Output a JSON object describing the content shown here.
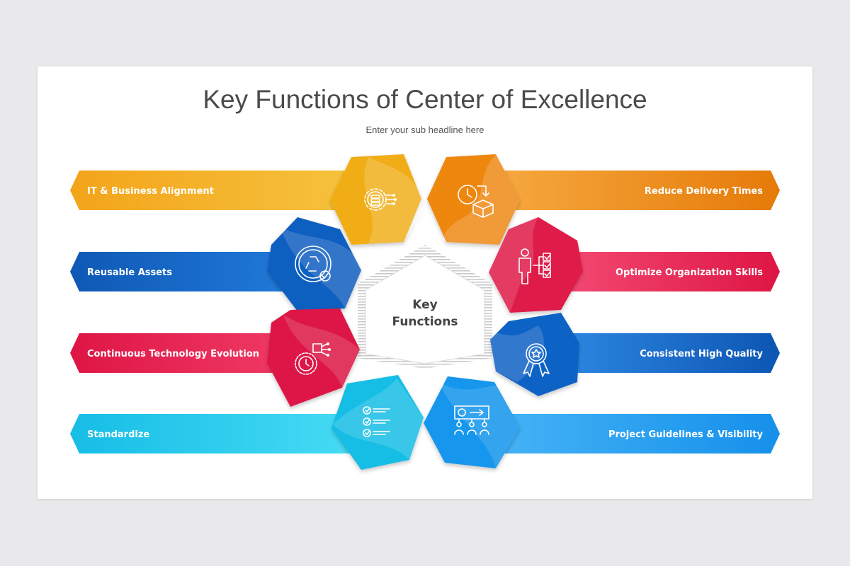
{
  "header": {
    "title": "Key Functions of Center of Excellence",
    "subtitle": "Enter your sub headline here"
  },
  "center": {
    "line1": "Key",
    "line2": "Functions"
  },
  "functions_left": [
    {
      "label": "IT & Business Alignment",
      "color": "#f3a81a",
      "icon": "settings-database-icon"
    },
    {
      "label": "Reusable Assets",
      "color": "#1464c0",
      "icon": "recycle-circle-icon"
    },
    {
      "label": "Continuous Technology Evolution",
      "color": "#e01d49",
      "icon": "clock-chip-icon"
    },
    {
      "label": "Standardize",
      "color": "#1ec3e6",
      "icon": "checklist-icon"
    }
  ],
  "functions_right": [
    {
      "label": "Reduce Delivery Times",
      "color": "#ef8a10",
      "icon": "clock-box-icon"
    },
    {
      "label": "Optimize Organization Skills",
      "color": "#e81f4f",
      "icon": "person-checklist-icon"
    },
    {
      "label": "Consistent High Quality",
      "color": "#1266c5",
      "icon": "award-badge-icon"
    },
    {
      "label": "Project Guidelines & Visibility",
      "color": "#1a9cf0",
      "icon": "team-presentation-icon"
    }
  ]
}
